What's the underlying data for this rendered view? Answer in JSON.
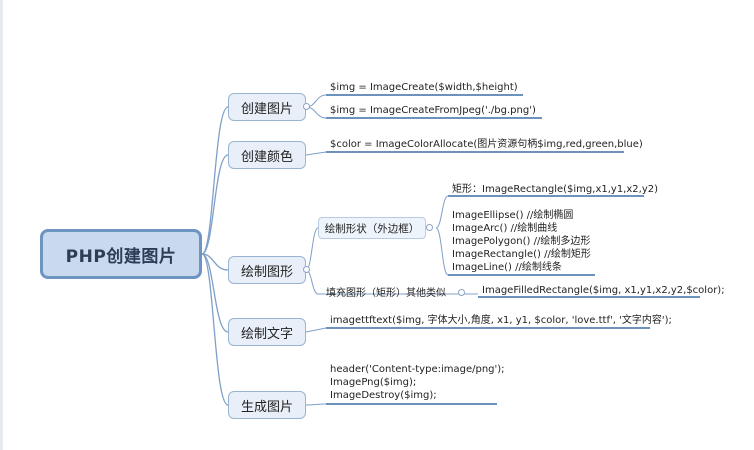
{
  "root": {
    "label": "PHP创建图片"
  },
  "branches": [
    {
      "label": "创建图片",
      "leaves": [
        "$img = ImageCreate($width,$height)",
        "$img = ImageCreateFromJpeg('./bg.png')"
      ]
    },
    {
      "label": "创建颜色",
      "leaves": [
        "$color = ImageColorAllocate(图片资源句柄$img,red,green,blue)"
      ]
    },
    {
      "label": "绘制图形",
      "sub": [
        {
          "label": "绘制形状（外边框）",
          "leaves": [
            "矩形：ImageRectangle($img,x1,y1,x2,y2)",
            "ImageEllipse() //绘制椭圆",
            "ImageArc() //绘制曲线",
            "ImagePolygon() //绘制多边形",
            "ImageRectangle() //绘制矩形",
            "ImageLine() //绘制线条"
          ]
        },
        {
          "label": "填充图形（矩形）其他类似",
          "leaves": [
            "ImageFilledRectangle($img, x1,y1,x2,y2,$color);"
          ]
        }
      ]
    },
    {
      "label": "绘制文字",
      "leaves": [
        "imagettftext($img, 字体大小,角度, x1, y1, $color, 'love.ttf', '文字内容');"
      ]
    },
    {
      "label": "生成图片",
      "leaves": [
        "header('Content-type:image/png');",
        "ImagePng($img);",
        "ImageDestroy($img);"
      ]
    }
  ],
  "colors": {
    "root_border": "#6e94c2",
    "root_fill": "#c9d9ee",
    "node_border": "#9bb3d2",
    "node_fill": "#e8eff8",
    "line": "#7f9fc8",
    "underline": "#3f6fa8"
  }
}
